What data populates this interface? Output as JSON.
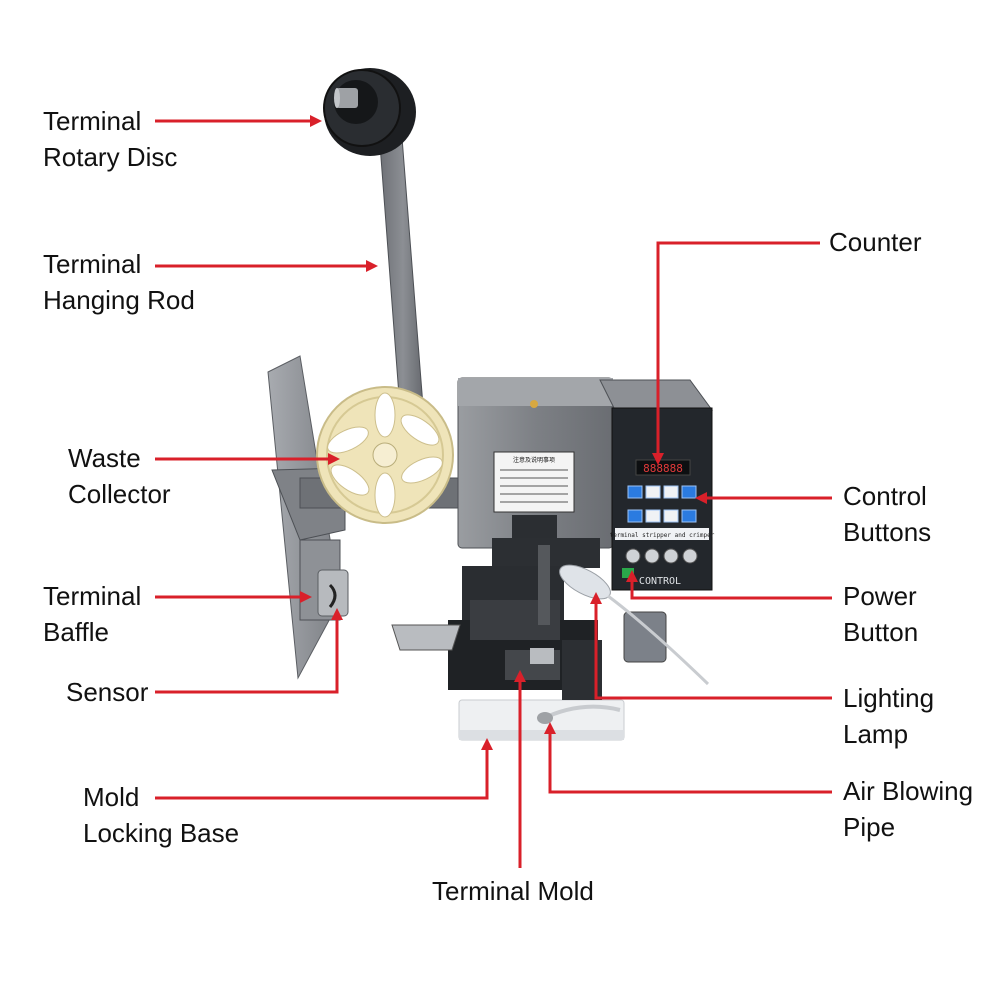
{
  "colors": {
    "arrow": "#d9202a",
    "machine_body": "#8a8d91",
    "control_box": "#22262b",
    "reel": "#eee3b8",
    "counter_digits": "#e23a3a",
    "button_blue": "#2b7be0"
  },
  "machine": {
    "notice_title": "注意及说明事项",
    "brand_text": "CONTROL",
    "counter_value": "888888",
    "panel_subtitle": "terminal stripper and crimper"
  },
  "labels": {
    "terminal_rotary_disc": [
      "Terminal",
      "Rotary Disc"
    ],
    "terminal_hanging_rod": [
      "Terminal",
      "Hanging Rod"
    ],
    "waste_collector": [
      "Waste",
      "Collector"
    ],
    "terminal_baffle": [
      "Terminal",
      "Baffle"
    ],
    "sensor": [
      "Sensor"
    ],
    "mold_locking_base": [
      "Mold",
      "Locking Base"
    ],
    "terminal_mold": [
      "Terminal Mold"
    ],
    "counter": [
      "Counter"
    ],
    "control_buttons": [
      "Control",
      "Buttons"
    ],
    "power_button": [
      "Power",
      "Button"
    ],
    "lighting_lamp": [
      "Lighting",
      "Lamp"
    ],
    "air_blowing_pipe": [
      "Air Blowing",
      "Pipe"
    ]
  }
}
